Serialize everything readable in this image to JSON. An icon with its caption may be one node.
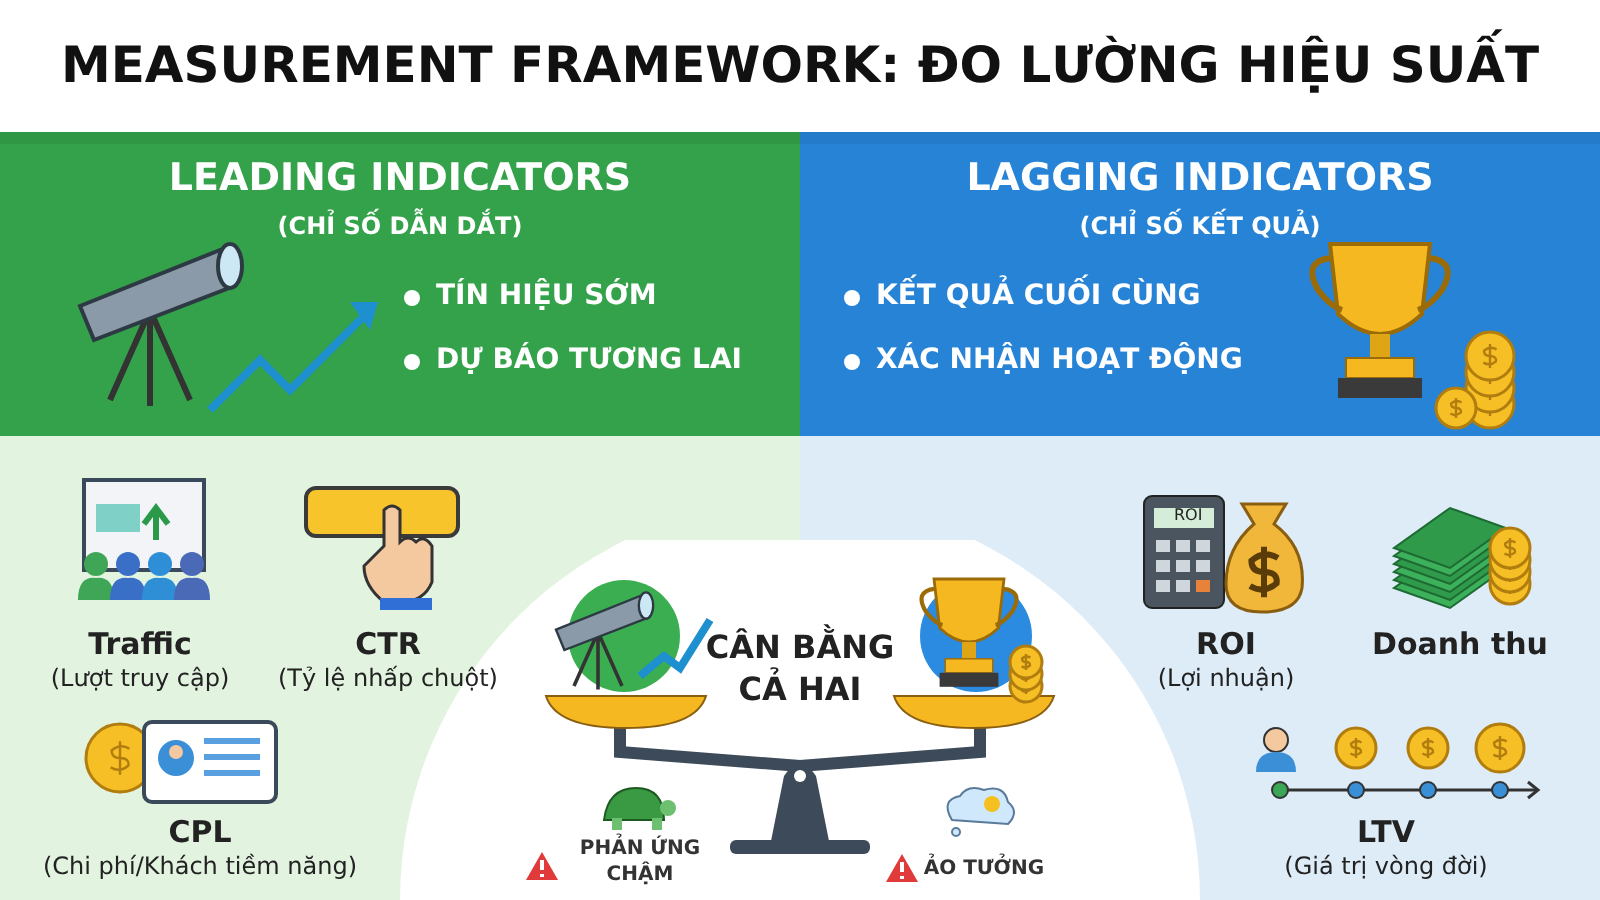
{
  "diagram": {
    "title": "MEASUREMENT FRAMEWORK: ĐO LƯỜNG HIỆU SUẤT",
    "nodes": [
      {
        "text": [
          "LEADING INDICATORS",
          "(CHỈ SỐ DẪN DẮT)"
        ]
      },
      {
        "text": [
          "LAGGING INDICATORS",
          "(CHỈ SỐ KẾT QUẢ)"
        ]
      },
      {
        "text": [
          "CÂN BẰNG CẢ HAI",
          "PHẢN ỨNG CHẬM",
          "ẢO TƯỞNG"
        ]
      }
    ],
    "labels": [
      "TÍN HIỆU SỚM",
      "DỰ BÁO TƯƠNG LAI",
      "KẾT QUẢ CUỐI CÙNG",
      "XÁC NHẬN HOẠT ĐỘNG",
      "Traffic",
      "(Lượt truy cập)",
      "CTR",
      "(Tỷ lệ nhấp chuột)",
      "ROI",
      "ROI",
      "(Lợi nhuận)",
      "Doanh thu",
      "CPL",
      "(Chi phí/Khách tiềm năng)",
      "LTV",
      "(Giá trị vòng đời)"
    ]
  }
}
